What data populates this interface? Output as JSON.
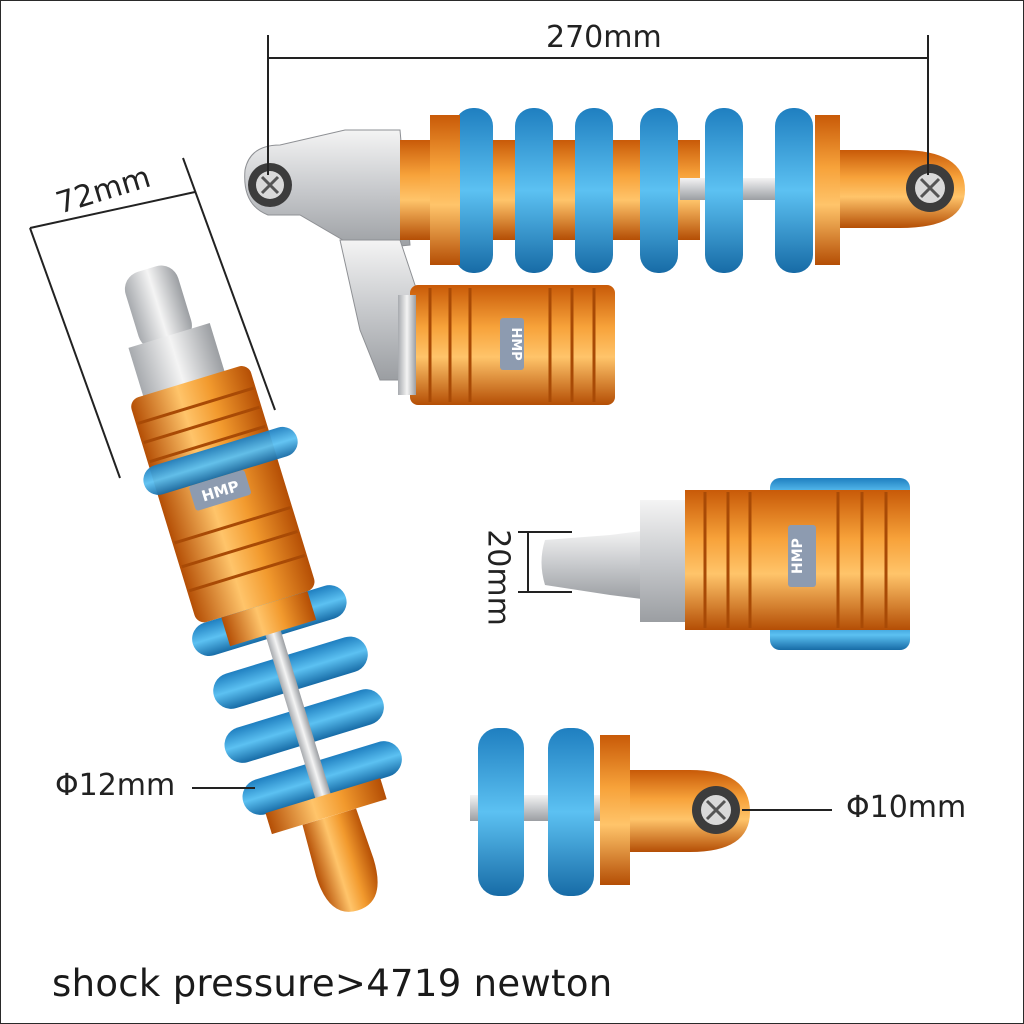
{
  "dimensions": {
    "length": "270mm",
    "reservoir_width": "72mm",
    "mount_gap": "20mm",
    "rod_diameter": "Φ12mm",
    "eye_diameter": "Φ10mm"
  },
  "caption": "shock pressure>4719  newton",
  "brand_badge": "HMP",
  "colors": {
    "spring": "#2b9ad6",
    "body": "#e8821a",
    "metal": "#d4d6d8",
    "line": "#222222"
  }
}
